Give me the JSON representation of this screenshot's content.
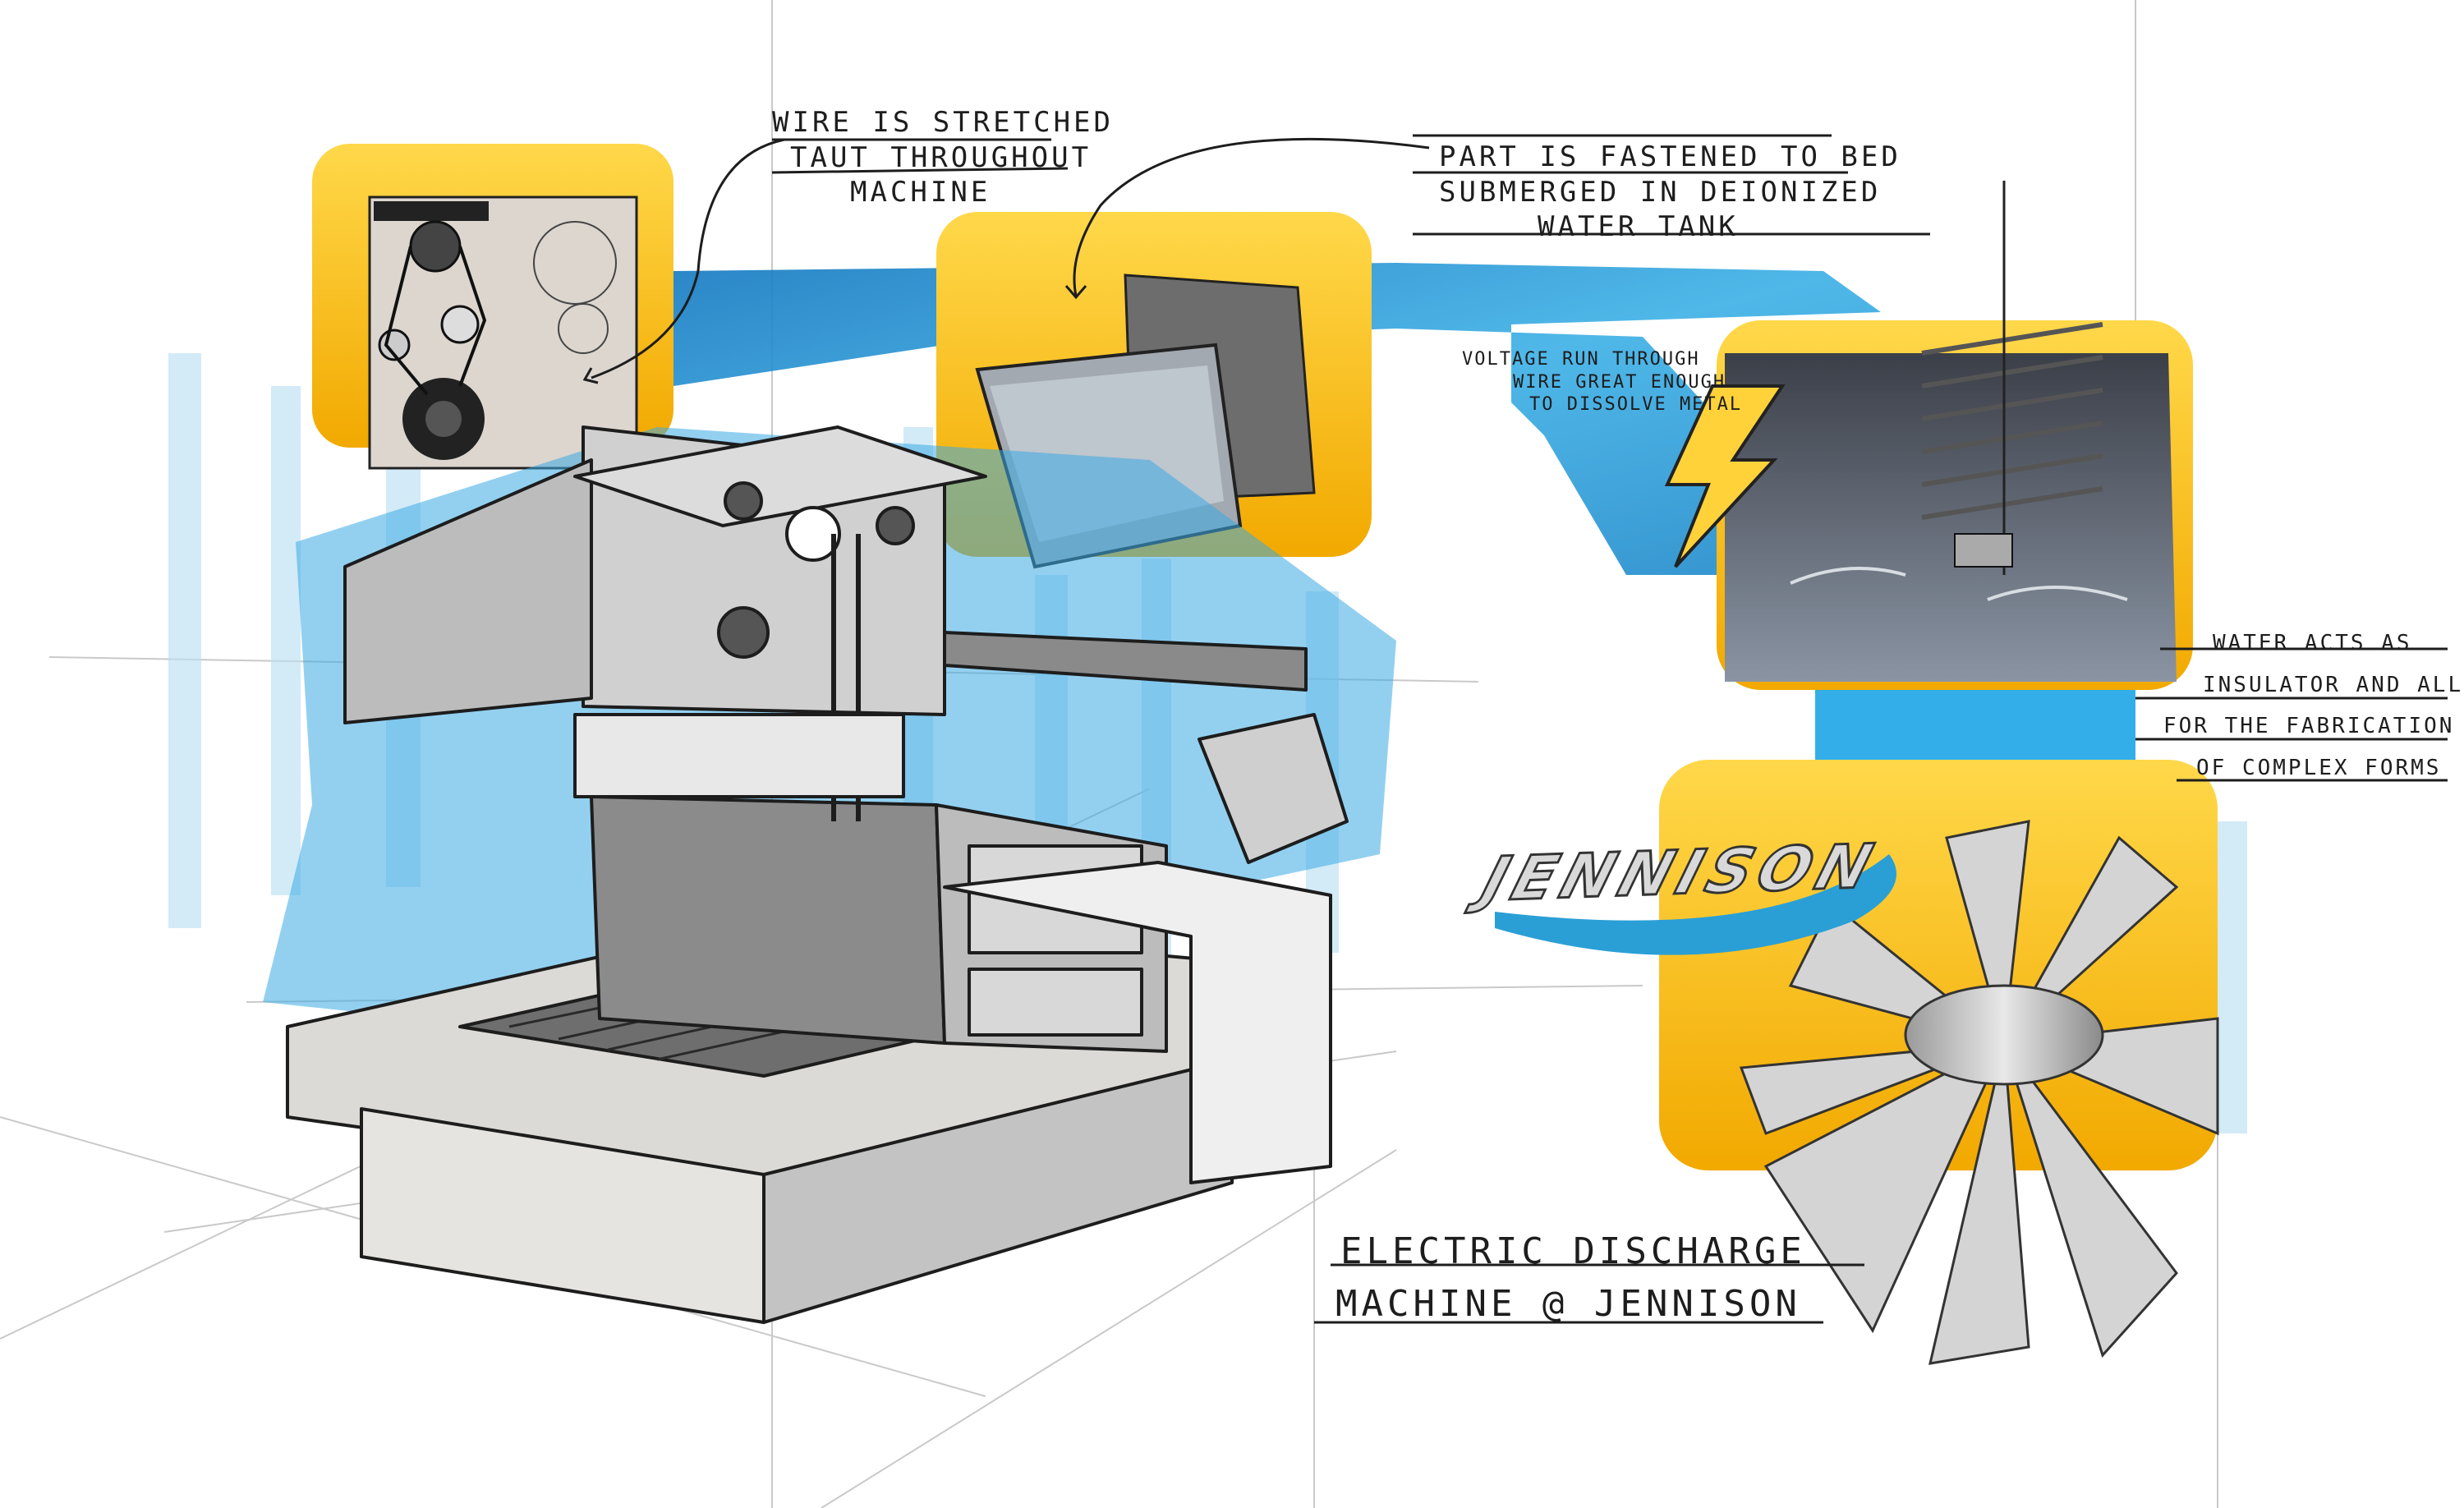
{
  "annotations": {
    "wire": [
      "WIRE IS STRETCHED",
      "TAUT THROUGHOUT",
      "MACHINE"
    ],
    "part": [
      "PART IS FASTENED TO BED",
      "SUBMERGED IN DEIONIZED",
      "WATER TANK"
    ],
    "voltage": [
      "VOLTAGE RUN THROUGH",
      "WIRE GREAT ENOUGH",
      "TO DISSOLVE METAL"
    ],
    "water": [
      "WATER ACTS AS",
      "INSULATOR AND ALLOWS",
      "FOR THE FABRICATION",
      "OF COMPLEX FORMS"
    ]
  },
  "brand": "JENNISON",
  "title": [
    "ELECTRIC DISCHARGE",
    "MACHINE @ JENNISON"
  ],
  "colors": {
    "accent_yellow": "#f8c630",
    "accent_blue": "#2a9fd6",
    "light_blue": "#bcdff2",
    "metal_gray": "#cfcfcf",
    "dark_gray": "#5c5c5c",
    "ink": "#1d1d1d"
  }
}
